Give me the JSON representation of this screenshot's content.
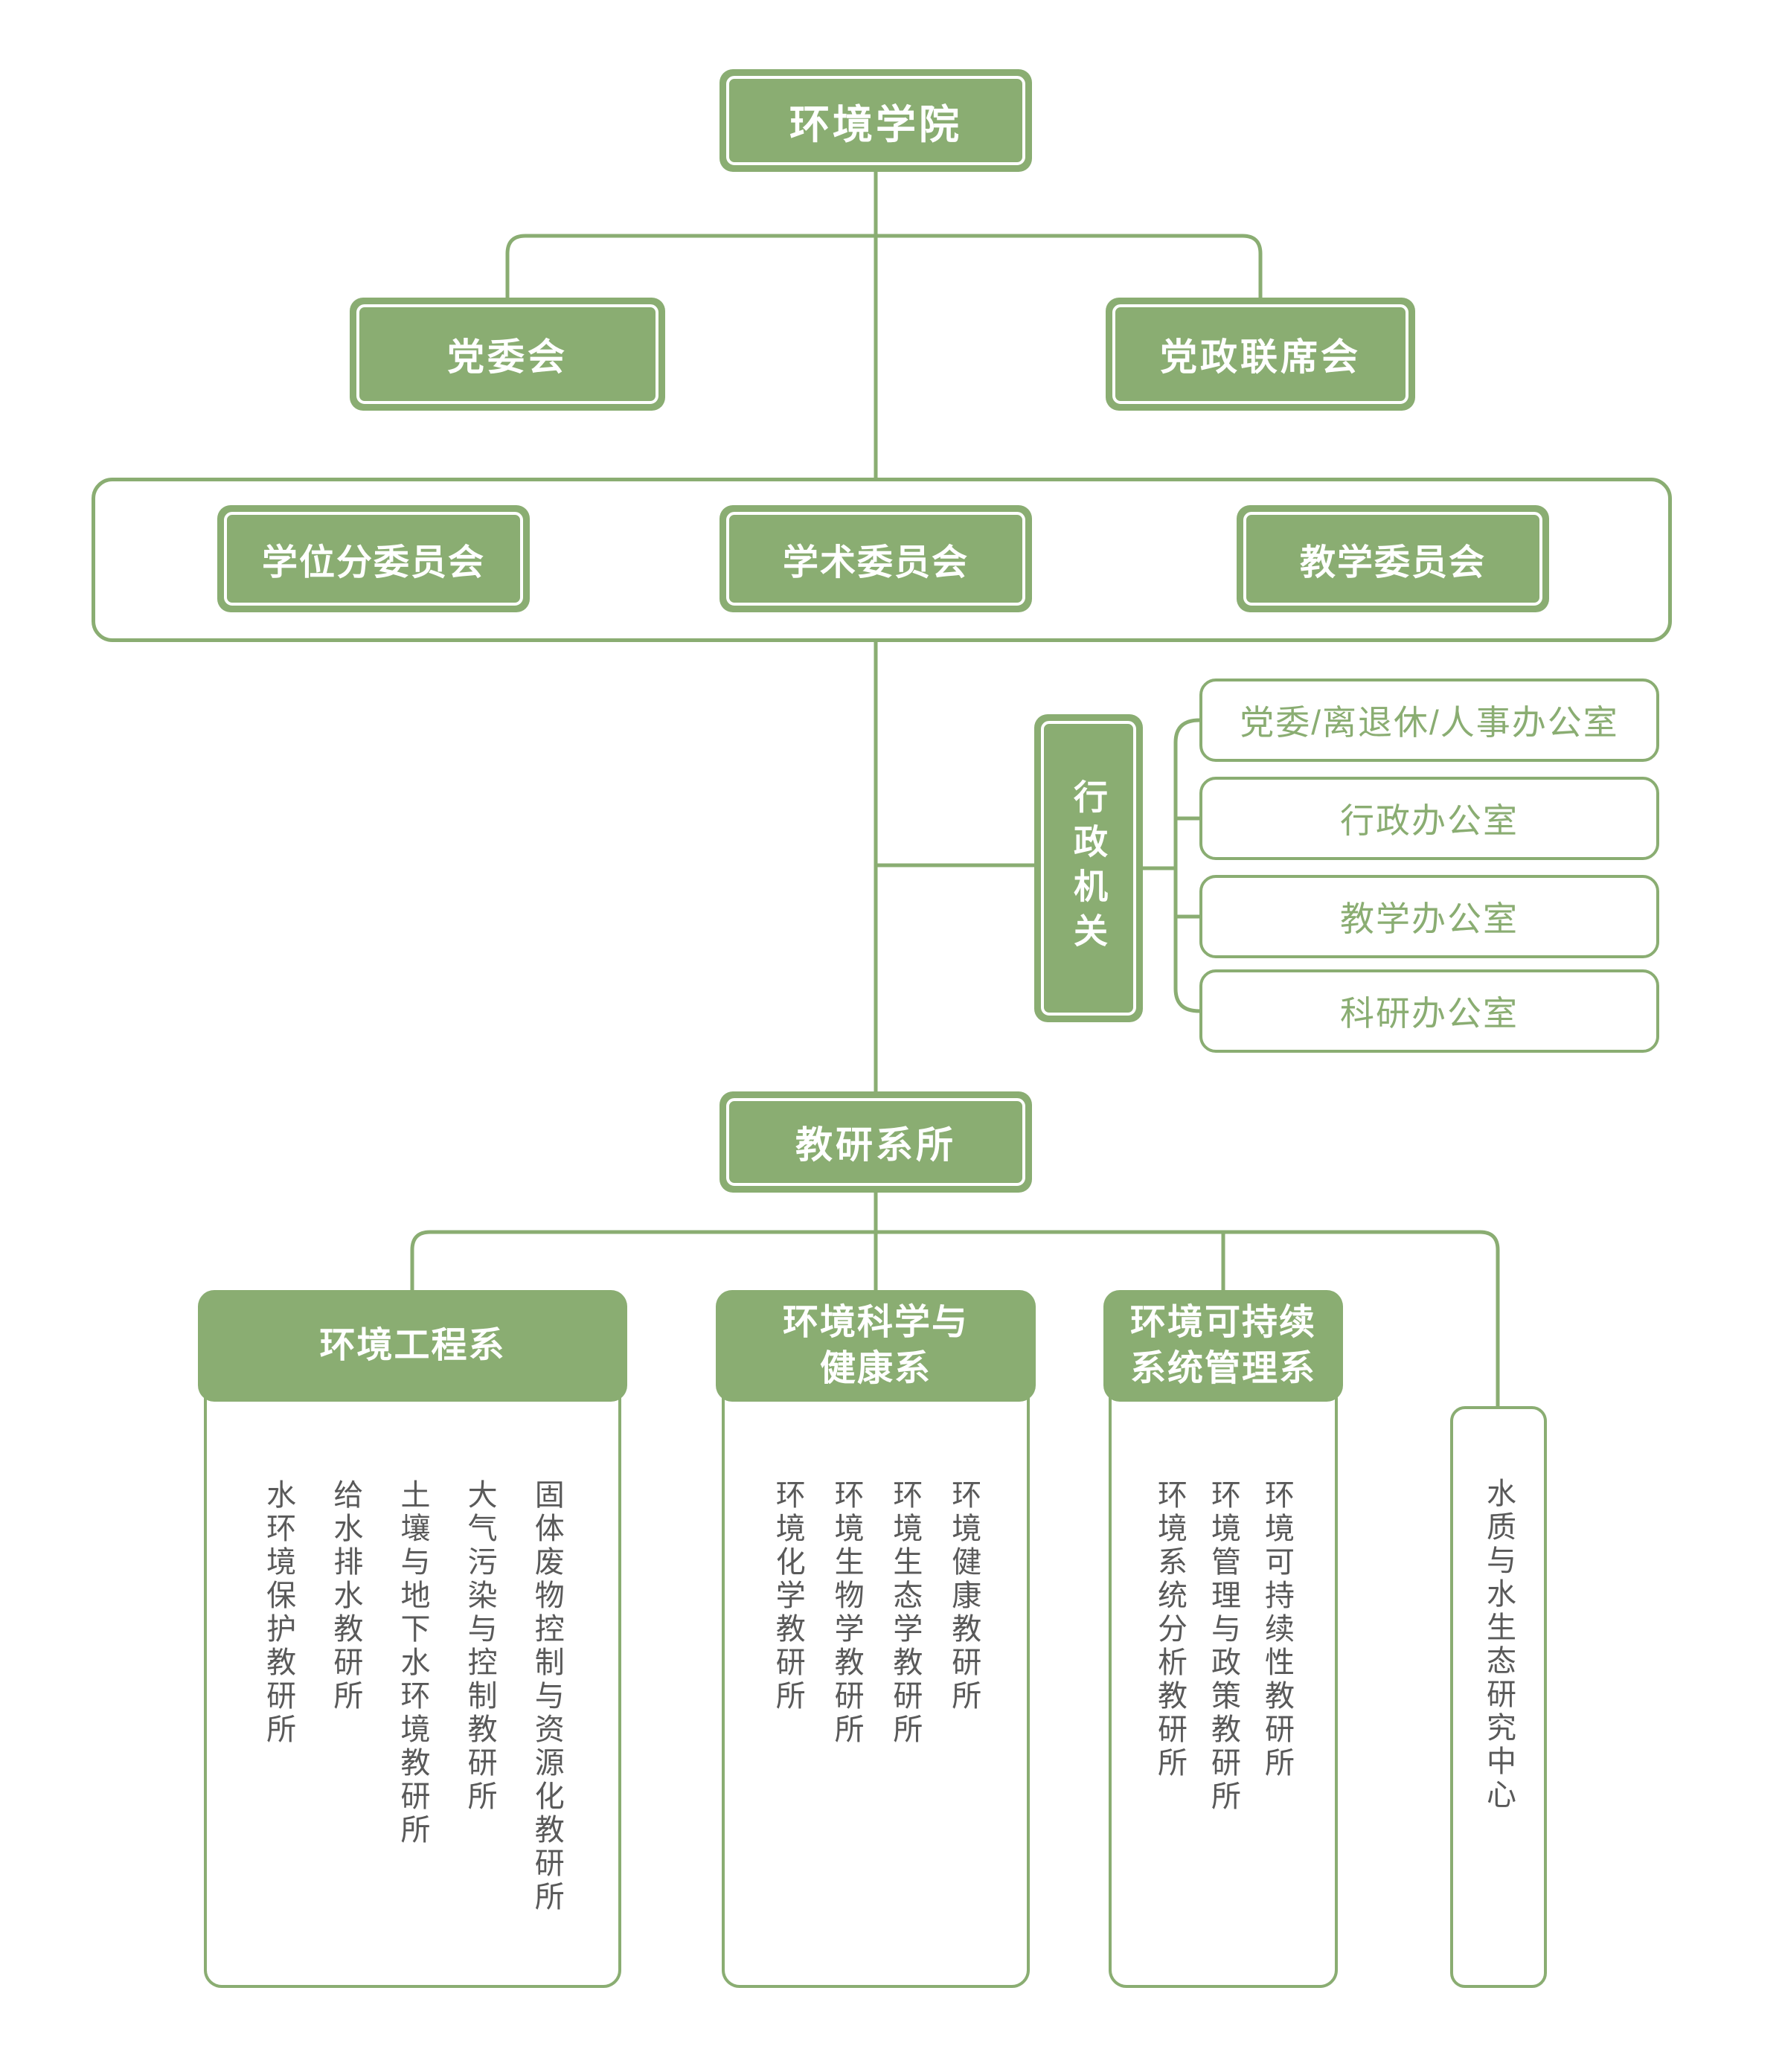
{
  "palette": {
    "green": "#8aad72",
    "institute_text_gray": "#595959",
    "node_text_white": "#ffffff"
  },
  "root": {
    "label": "环境学院"
  },
  "level2": {
    "party_committee": "党委会",
    "party_gov_joint": "党政联席会"
  },
  "committees": {
    "degree": "学位分委员会",
    "academic": "学术委员会",
    "teaching": "教学委员会"
  },
  "admin": {
    "label": "行政机关",
    "offices": [
      "党委/离退休/人事办公室",
      "行政办公室",
      "教学办公室",
      "科研办公室"
    ]
  },
  "teaching_units": {
    "label": "教研系所"
  },
  "departments": [
    {
      "name_lines": [
        "环境工程系"
      ],
      "institutes": [
        "水环境保护教研所",
        "给水排水教研所",
        "土壤与地下水环境教研所",
        "大气污染与控制教研所",
        "固体废物控制与资源化教研所"
      ]
    },
    {
      "name_lines": [
        "环境科学与",
        "健康系"
      ],
      "institutes": [
        "环境化学教研所",
        "环境生物学教研所",
        "环境生态学教研所",
        "环境健康教研所"
      ]
    },
    {
      "name_lines": [
        "环境可持续",
        "系统管理系"
      ],
      "institutes": [
        "环境系统分析教研所",
        "环境管理与政策教研所",
        "环境可持续性教研所"
      ]
    }
  ],
  "research_center": {
    "label": "水质与水生态研究中心"
  }
}
